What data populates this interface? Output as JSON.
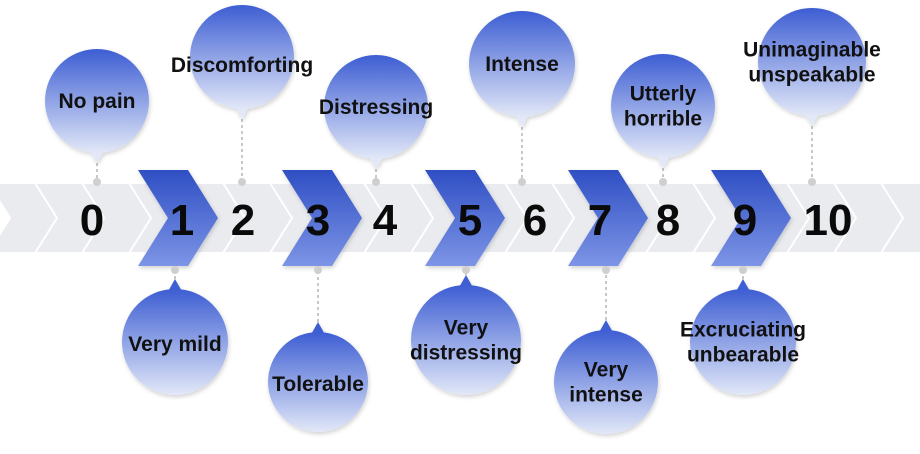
{
  "colors": {
    "chevron_light": "#e9ebef",
    "chevron_dark": "#3a5bd0",
    "bubble_top": "#3d5ed3",
    "bubble_bottom": "#e2e8f8",
    "connector": "#b5b5b5",
    "text": "#111111"
  },
  "scale": [
    {
      "number": "0",
      "label": [
        "No pain"
      ],
      "position": "top"
    },
    {
      "number": "1",
      "label": [
        "Very mild"
      ],
      "position": "bottom"
    },
    {
      "number": "2",
      "label": [
        "Discomforting"
      ],
      "position": "top"
    },
    {
      "number": "3",
      "label": [
        "Tolerable"
      ],
      "position": "bottom"
    },
    {
      "number": "4",
      "label": [
        "Distressing"
      ],
      "position": "top"
    },
    {
      "number": "5",
      "label": [
        "Very",
        "distressing"
      ],
      "position": "bottom"
    },
    {
      "number": "6",
      "label": [
        "Intense"
      ],
      "position": "top"
    },
    {
      "number": "7",
      "label": [
        "Very",
        "intense"
      ],
      "position": "bottom"
    },
    {
      "number": "8",
      "label": [
        "Utterly",
        "horrible"
      ],
      "position": "top"
    },
    {
      "number": "9",
      "label": [
        "Excruciating",
        "unbearable"
      ],
      "position": "bottom"
    },
    {
      "number": "10",
      "label": [
        "Unimaginable",
        "unspeakable"
      ],
      "position": "top"
    }
  ]
}
